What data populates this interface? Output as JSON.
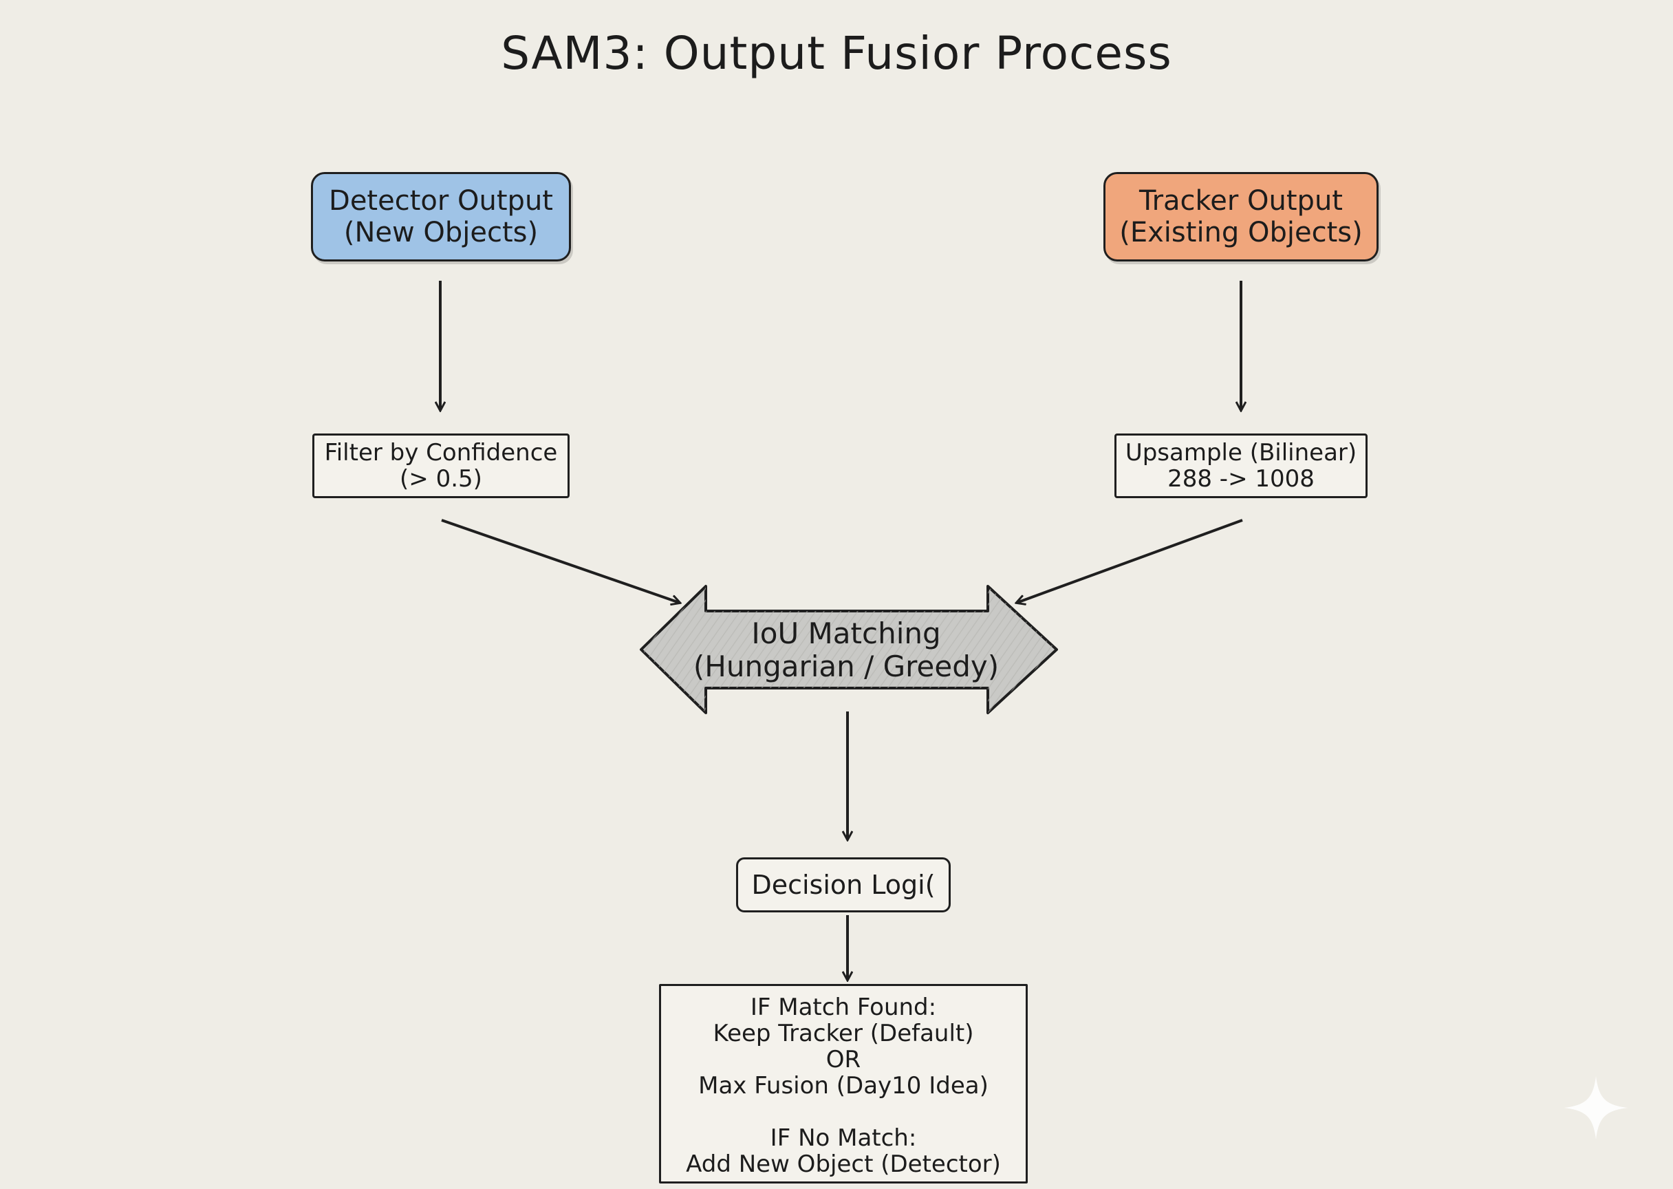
{
  "title": "SAM3: Output Fusior Process",
  "colors": {
    "background": "#efede6",
    "detector_fill": "#9fc3e6",
    "tracker_fill": "#f0a67c",
    "matching_fill": "#c9c9c6",
    "stroke": "#1f1f1f"
  },
  "nodes": {
    "detector": {
      "line1": "Detector Output",
      "line2": "(New Objects)"
    },
    "tracker": {
      "line1": "Tracker Output",
      "line2": "(Existing Objects)"
    },
    "filter": {
      "line1": "Filter by Confidence",
      "line2": "(> 0.5)"
    },
    "upsample": {
      "line1": "Upsample (Bilinear)",
      "line2": "288 -> 1008"
    },
    "matching": {
      "line1": "IoU Matching",
      "line2": "(Hungarian / Greedy)"
    },
    "decision": {
      "label": "Decision Logi("
    },
    "result": {
      "line1": "IF Match Found:",
      "line2": "Keep Tracker (Default)",
      "line3": "OR",
      "line4": "Max Fusion (Day10 Idea)",
      "line5": "IF No Match:",
      "line6": "Add New Object (Detector)"
    }
  },
  "icons": {
    "watermark": "sparkle-icon"
  }
}
